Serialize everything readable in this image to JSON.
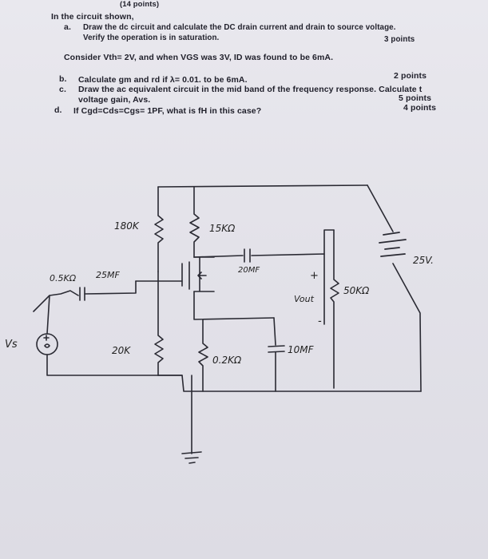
{
  "header": {
    "points_total": "(14 points)"
  },
  "intro": "In the circuit shown,",
  "questions": [
    {
      "letter": "a.",
      "text": "Draw the dc circuit and calculate the DC drain current and drain to source voltage.",
      "cont": "Verify the operation is in saturation.",
      "points": "3 points"
    },
    {
      "letter": "b.",
      "text": "Calculate gm and rd if λ= 0.01.  to be 6mA.",
      "points": "2 points"
    },
    {
      "letter": "c.",
      "text": "Draw the ac equivalent circuit in the mid band of the frequency response.  Calculate t",
      "cont": "voltage gain, Avs.",
      "points": "5 points"
    },
    {
      "letter": "d.",
      "text": "If Cgd=Cds=Cgs= 1PF, what is fH in this case?",
      "points": "4 points"
    }
  ],
  "consider": "Consider Vth= 2V, and when VGS was 3V, ID was found to be 6mA.",
  "circuit": {
    "r_top_gate": "180K",
    "r_drain": "15KΩ",
    "c_out": "20MF",
    "plus": "+",
    "vout": "Vout",
    "minus": "-",
    "r_load": "50KΩ",
    "supply": "25V.",
    "r_source_series": "0.5KΩ",
    "c_in": "25MF",
    "source_label": "Vs",
    "r_bottom_gate": "20K",
    "r_source": "0.2KΩ",
    "c_source": "10MF"
  }
}
